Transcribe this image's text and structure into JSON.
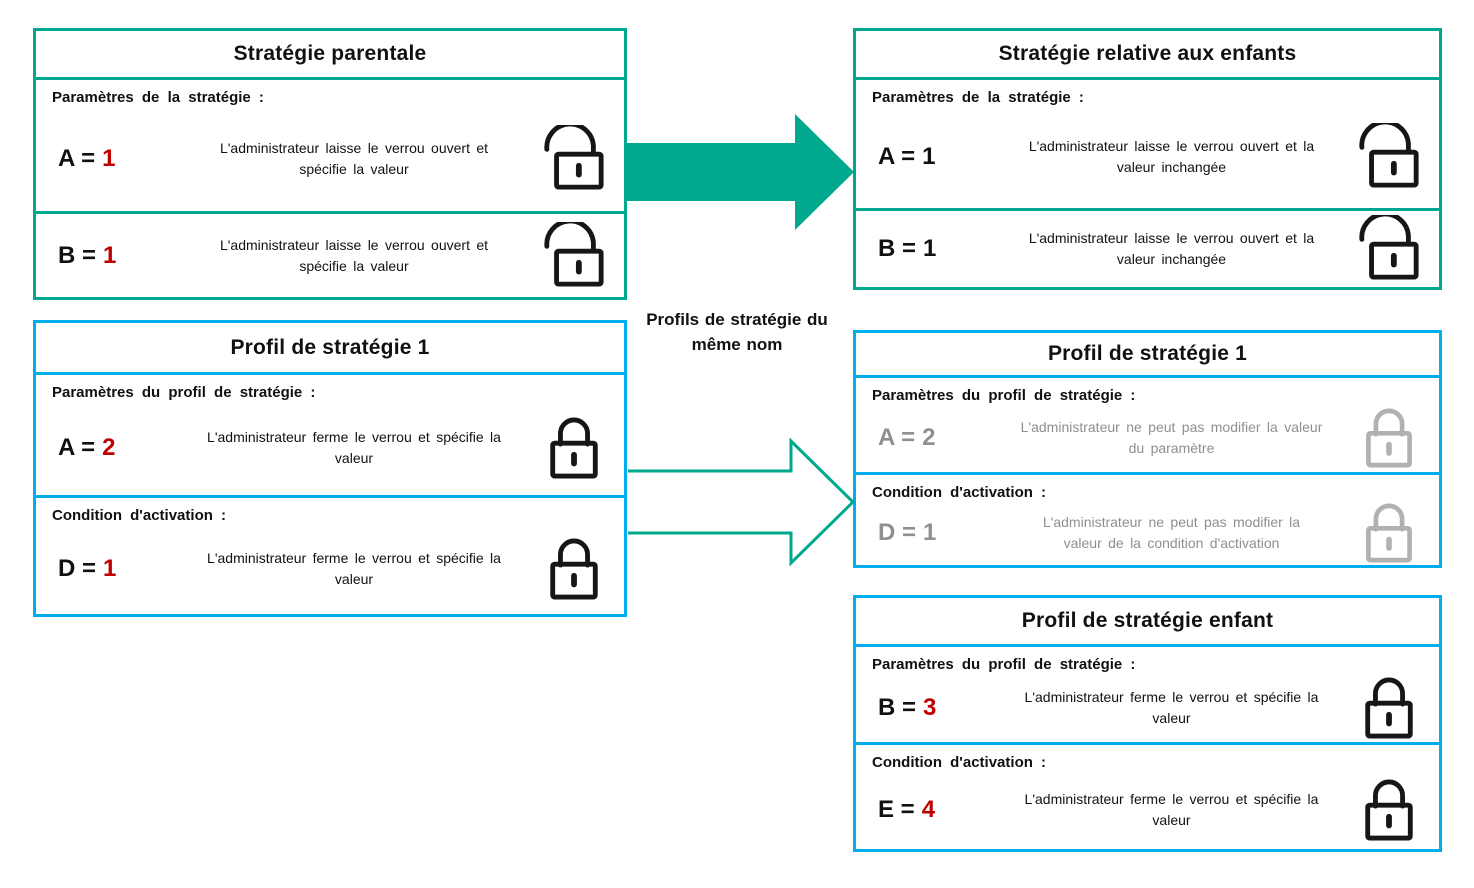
{
  "palette": {
    "teal": "#00a88e",
    "blue": "#00aeef",
    "red": "#c00000",
    "gray_text": "#8f8f8f",
    "gray_lock": "#b1b1b1"
  },
  "icons": {
    "open_lock": "open-lock-icon",
    "closed_lock": "closed-lock-icon"
  },
  "center": {
    "label": "Profils de stratégie du\nmême nom"
  },
  "boxes": [
    {
      "title": "Stratégie parentale",
      "sections": [
        {
          "label": "Paramètres de la stratégie :",
          "row": {
            "param": "A =",
            "value": "1",
            "desc": "L'administrateur laisse le verrou ouvert et\nspécifie la valeur"
          }
        },
        {
          "row": {
            "param": "B =",
            "value": "1",
            "desc": "L'administrateur laisse le verrou ouvert et\nspécifie la valeur"
          }
        }
      ]
    },
    {
      "title": "Stratégie relative aux enfants",
      "sections": [
        {
          "label": "Paramètres de la stratégie :",
          "row": {
            "param": "A =",
            "value": "1",
            "desc": "L'administrateur laisse le verrou ouvert et la\nvaleur inchangée"
          }
        },
        {
          "row": {
            "param": "B =",
            "value": "1",
            "desc": "L'administrateur laisse le verrou ouvert et la\nvaleur inchangée"
          }
        }
      ]
    },
    {
      "title": "Profil de stratégie 1",
      "sections": [
        {
          "label": "Paramètres du profil de stratégie :",
          "row": {
            "param": "A =",
            "value": "2",
            "desc": "L'administrateur ferme le verrou et spécifie la\nvaleur"
          }
        },
        {
          "label": "Condition d'activation :",
          "row": {
            "param": "D =",
            "value": "1",
            "desc": "L'administrateur ferme le verrou et spécifie la\nvaleur"
          }
        }
      ]
    },
    {
      "title": "Profil de stratégie 1",
      "sections": [
        {
          "label": "Paramètres du profil de stratégie :",
          "row": {
            "param": "A =",
            "value": "2",
            "desc": "L'administrateur ne peut pas modifier la valeur\ndu paramètre"
          }
        },
        {
          "label": "Condition d'activation :",
          "row": {
            "param": "D =",
            "value": "1",
            "desc": "L'administrateur ne peut pas modifier la\nvaleur de la condition d'activation"
          }
        }
      ]
    },
    {
      "title": "Profil de stratégie enfant",
      "sections": [
        {
          "label": "Paramètres du profil de stratégie :",
          "row": {
            "param": "B =",
            "value": "3",
            "desc": "L'administrateur ferme le verrou et spécifie la\nvaleur"
          }
        },
        {
          "label": "Condition d'activation :",
          "row": {
            "param": "E =",
            "value": "4",
            "desc": "L'administrateur ferme le verrou et spécifie la\nvaleur"
          }
        }
      ]
    }
  ]
}
